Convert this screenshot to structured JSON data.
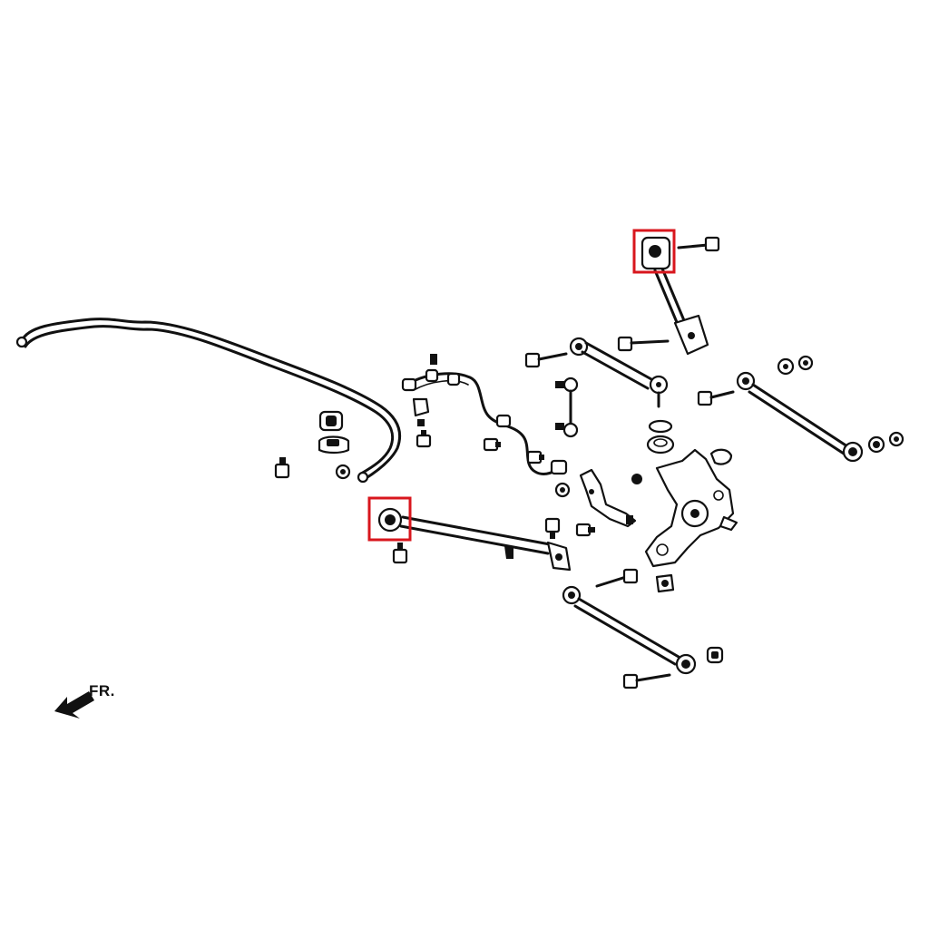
{
  "direction_indicator": {
    "label": "FR.",
    "icon": "arrow-front-icon"
  },
  "highlight_color": "#d8161d",
  "line_color": "#111111",
  "background_color": "#ffffff",
  "highlighted_parts": [
    {
      "id": "upper-link-bushing",
      "icon": "bushing-icon"
    },
    {
      "id": "trailing-arm-bushing",
      "icon": "bushing-icon"
    }
  ]
}
